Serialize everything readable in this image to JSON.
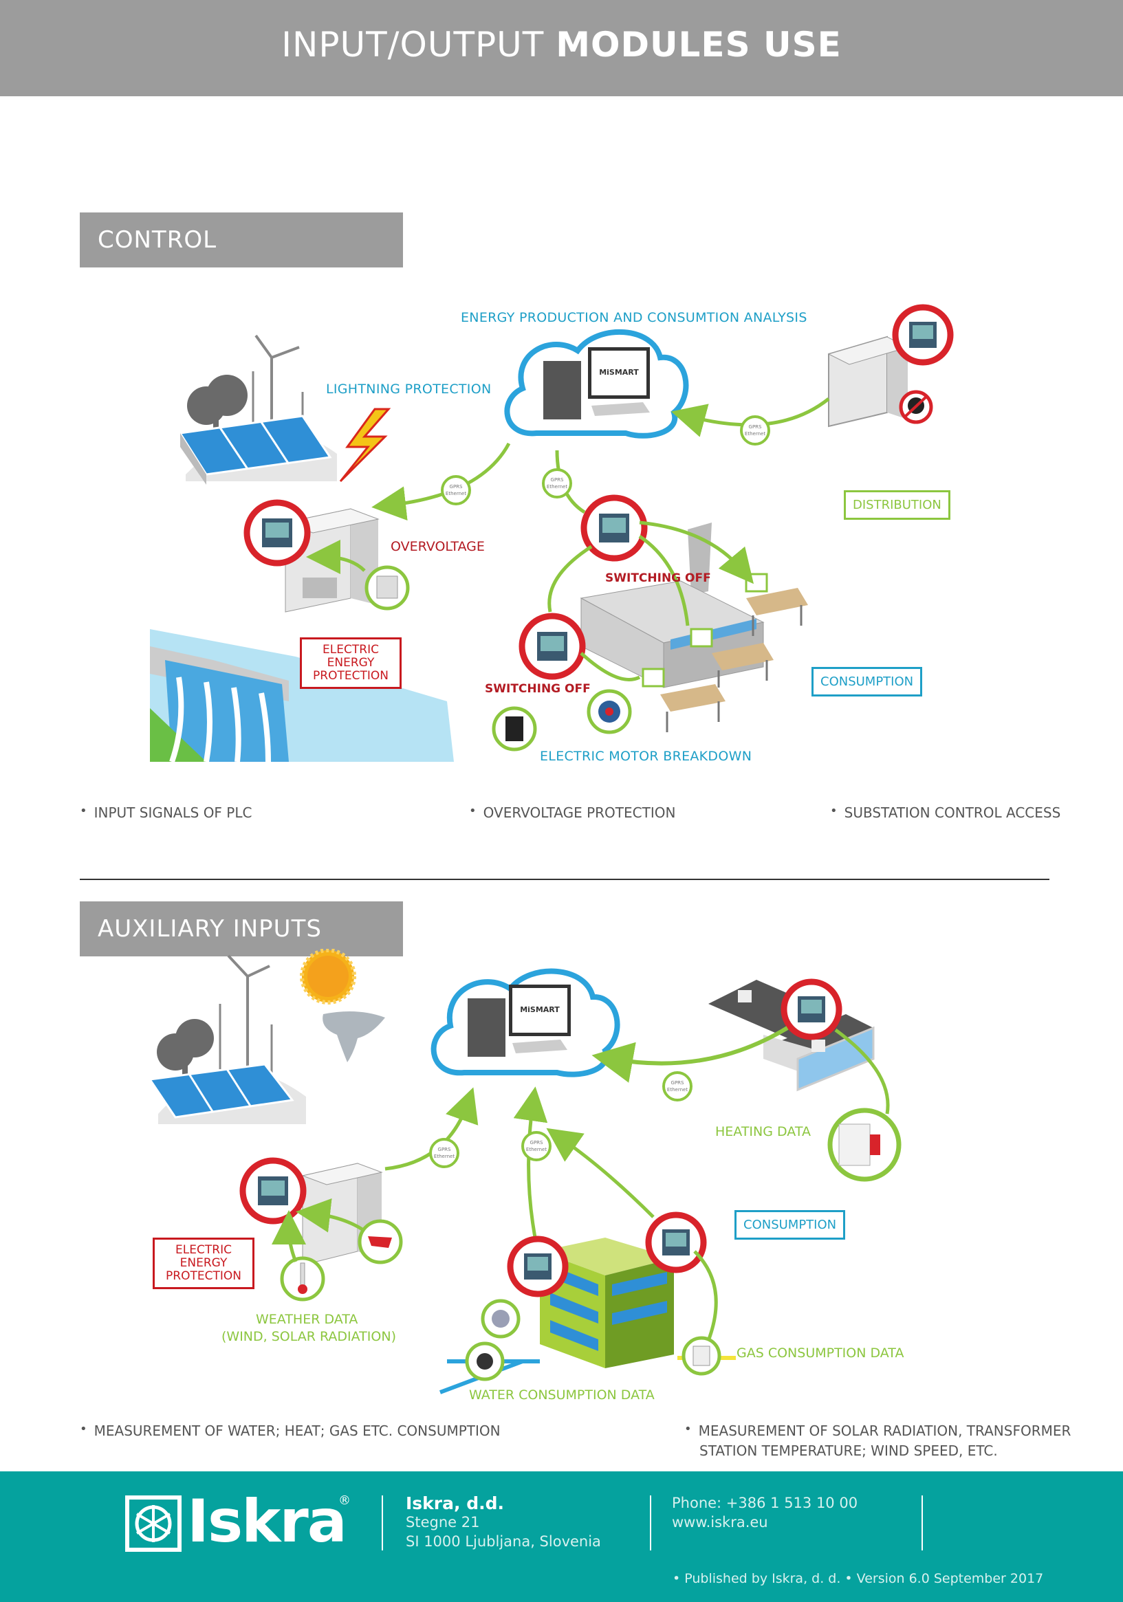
{
  "header": {
    "title_light": "INPUT/OUTPUT ",
    "title_bold": "MODULES USE"
  },
  "control": {
    "section_label": "CONTROL",
    "labels": {
      "analysis": "ENERGY PRODUCTION AND CONSUMTION ANALYSIS",
      "lightning": "LIGHTNING PROTECTION",
      "overvoltage": "OVERVOLTAGE",
      "switching_off_1": "SWITCHING OFF",
      "switching_off_2": "SWITCHING OFF",
      "distribution": "DISTRIBUTION",
      "consumption": "CONSUMPTION",
      "electric_energy_protection": "ELECTRIC ENERGY PROTECTION",
      "motor_breakdown": "ELECTRIC MOTOR BREAKDOWN",
      "gprs": "GPRS",
      "ethernet": "Ethernet",
      "mismart": "MiSMART"
    },
    "bullets": [
      "INPUT SIGNALS OF PLC",
      "OVERVOLTAGE PROTECTION",
      "SUBSTATION CONTROL ACCESS"
    ]
  },
  "auxiliary": {
    "section_label": "AUXILIARY INPUTS",
    "labels": {
      "heating": "HEATING DATA",
      "consumption": "CONSUMPTION",
      "electric_energy_protection": "ELECTRIC ENERGY PROTECTION",
      "weather_1": "WEATHER DATA",
      "weather_2": "(WIND, SOLAR RADIATION)",
      "gas": "GAS CONSUMPTION DATA",
      "water": "WATER CONSUMPTION DATA",
      "mismart": "MiSMART"
    },
    "bullets": [
      "MEASUREMENT OF WATER; HEAT; GAS ETC. CONSUMPTION",
      "MEASUREMENT OF SOLAR RADIATION, TRANSFORMER",
      "STATION TEMPERATURE; WIND SPEED, ETC."
    ]
  },
  "footer": {
    "logo_text": "Iskra",
    "logo_reg": "®",
    "company": "Iskra, d.d.",
    "street": "Stegne 21",
    "city": "SI 1000 Ljubljana, Slovenia",
    "phone": "Phone:  +386 1 513 10 00",
    "web": "www.iskra.eu",
    "published": "• Published by Iskra, d. d. • Version 6.0 September 2017"
  },
  "colors": {
    "header_gray": "#9c9c9c",
    "footer_teal": "#05a29e",
    "accent_green": "#8cc63f",
    "accent_blue": "#1e9fc7",
    "accent_red": "#c8191f"
  }
}
